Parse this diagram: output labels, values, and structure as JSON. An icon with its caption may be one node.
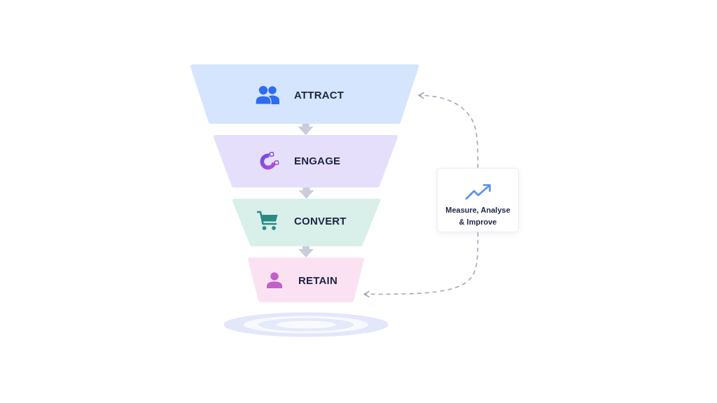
{
  "diagram": {
    "nodes": [
      {
        "text": [
          "ATTRACT"
        ]
      },
      {
        "text": [
          "ENGAGE"
        ]
      },
      {
        "text": [
          "CONVERT"
        ]
      },
      {
        "text": [
          "RETAIN"
        ]
      },
      {
        "text": [
          "Measure, Analyse & Improve"
        ]
      }
    ],
    "edges": [
      {
        "from": 0,
        "to": 1,
        "arrow": "to",
        "style": "thick"
      },
      {
        "from": 1,
        "to": 2,
        "arrow": "to",
        "style": "thick"
      },
      {
        "from": 2,
        "to": 3,
        "arrow": "to",
        "style": "thick"
      },
      {
        "from": 4,
        "to": 0,
        "arrow": "to",
        "style": "dashed"
      },
      {
        "from": 4,
        "to": 3,
        "arrow": "to",
        "style": "dashed"
      }
    ]
  }
}
